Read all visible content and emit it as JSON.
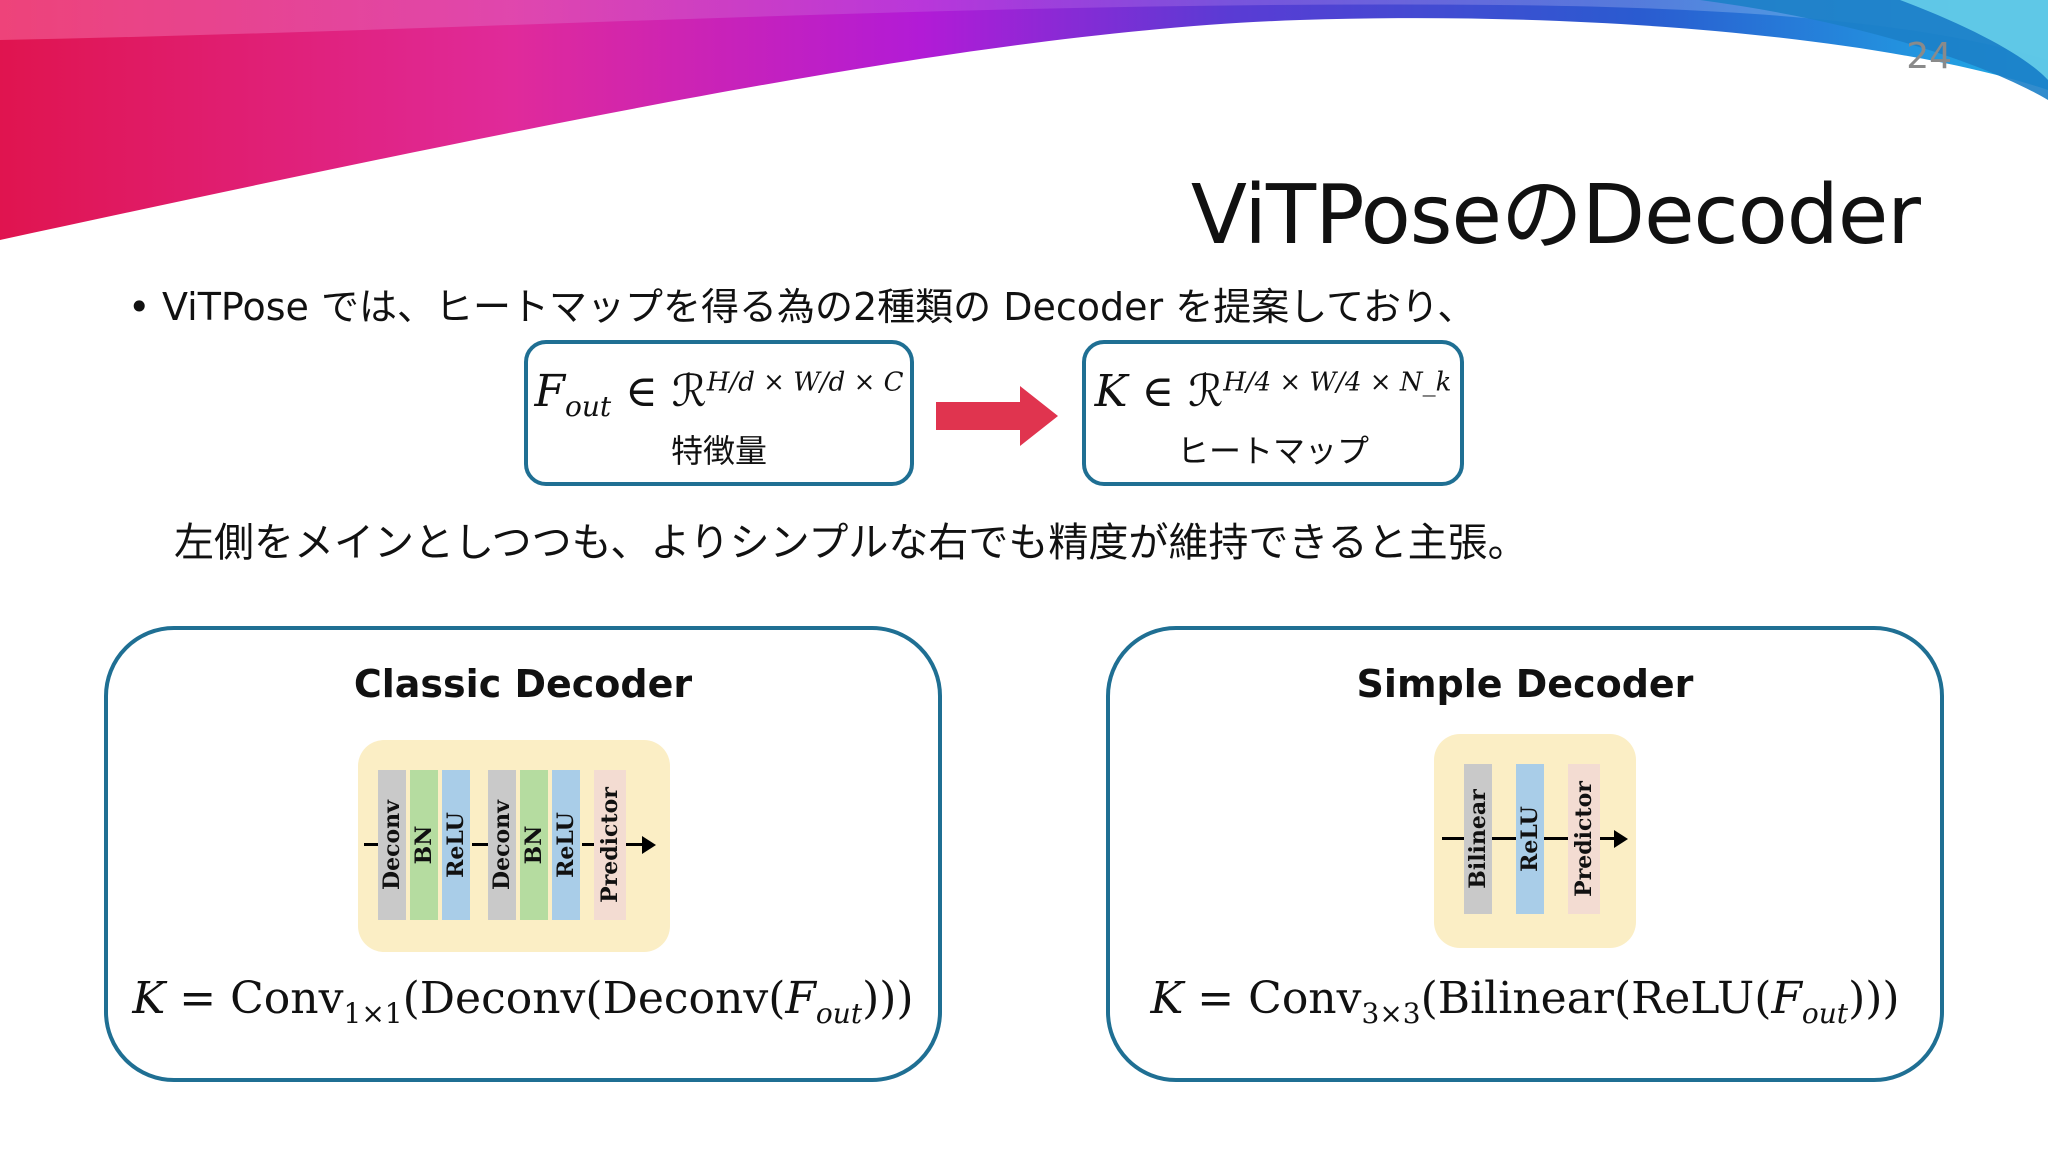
{
  "slide": {
    "number": "24",
    "title": "ViTPoseのDecoder"
  },
  "bullet": {
    "symbol": "•",
    "text": "ViTPose では、ヒートマップを得る為の2種類の Decoder を提案しており、"
  },
  "feature_box": {
    "formula_lhs": "F",
    "formula_sub": "out",
    "formula_rel": " ∈ ℛ",
    "formula_exp": "H/d × W/d × C",
    "label": "特徴量"
  },
  "heatmap_box": {
    "formula_lhs": "K",
    "formula_rel": " ∈ ℛ",
    "formula_exp": "H/4 × W/4 × N_k",
    "label": "ヒートマップ"
  },
  "claim": "左側をメインとしつつも、よりシンプルな右でも精度が維持できると主張。",
  "classic": {
    "title": "Classic Decoder",
    "layers": [
      "Deconv",
      "BN",
      "ReLU",
      "Deconv",
      "BN",
      "ReLU",
      "Predictor"
    ],
    "eq_k": "K",
    "eq_mid": " = Conv",
    "eq_sub": "1×1",
    "eq_rest": "(Deconv(Deconv(",
    "eq_f": "F",
    "eq_fsub": "out",
    "eq_end": ")))"
  },
  "simple": {
    "title": "Simple Decoder",
    "layers": [
      "Bilinear",
      "ReLU",
      "Predictor"
    ],
    "eq_k": "K",
    "eq_mid": " = Conv",
    "eq_sub": "3×3",
    "eq_rest": "(Bilinear(ReLU(",
    "eq_f": "F",
    "eq_fsub": "out",
    "eq_end": ")))"
  },
  "colors": {
    "border": "#1f6f93",
    "arrow": "#e0344f",
    "deconv": "#c9c9c9",
    "bn": "#b5dca0",
    "relu": "#a9cde8",
    "predictor": "#f3dcd2",
    "bilinear": "#c9c9c9",
    "arch_bg": "#fbeec5"
  }
}
